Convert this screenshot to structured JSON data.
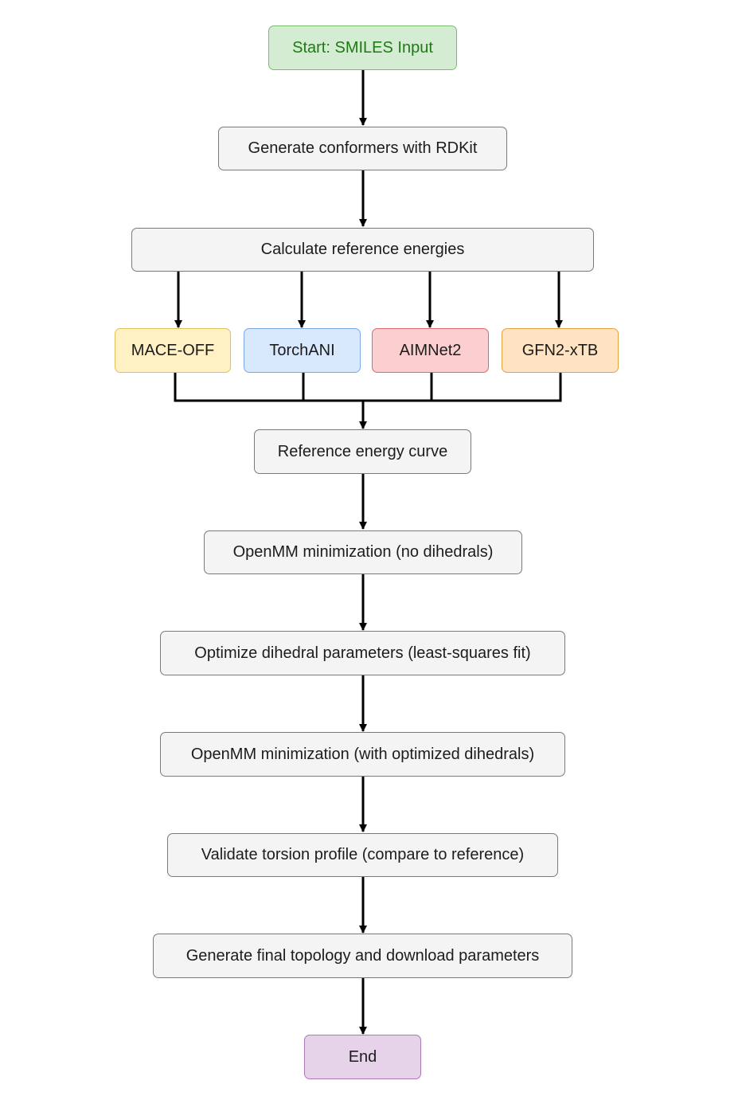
{
  "nodes": {
    "start": "Start: SMILES Input",
    "conformers": "Generate conformers with RDKit",
    "reference_energies": "Calculate reference energies",
    "methods": [
      {
        "label": "MACE-OFF",
        "color": "#fff1c4"
      },
      {
        "label": "TorchANI",
        "color": "#d8e8fd"
      },
      {
        "label": "AIMNet2",
        "color": "#fbcfd0"
      },
      {
        "label": "GFN2-xTB",
        "color": "#ffe3c2"
      }
    ],
    "reference_curve": "Reference energy curve",
    "min_no_dihedrals": "OpenMM minimization (no dihedrals)",
    "optimize": "Optimize dihedral parameters (least-squares fit)",
    "min_optimized": "OpenMM minimization (with optimized dihedrals)",
    "validate": "Validate torsion profile (compare to reference)",
    "final": "Generate final topology and download parameters",
    "end": "End"
  }
}
